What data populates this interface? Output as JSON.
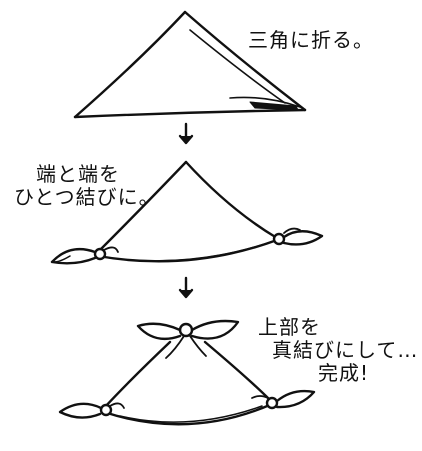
{
  "steps": [
    {
      "text": "三角に折る。"
    },
    {
      "lines": [
        "端と端を",
        "ひとつ結びに。"
      ]
    },
    {
      "lines": [
        "上部を",
        "真結びにして…",
        "完成!"
      ]
    }
  ],
  "colors": {
    "ink": "#111111",
    "background": "#ffffff"
  },
  "icons": [
    "down-arrow-icon",
    "down-arrow-icon"
  ]
}
